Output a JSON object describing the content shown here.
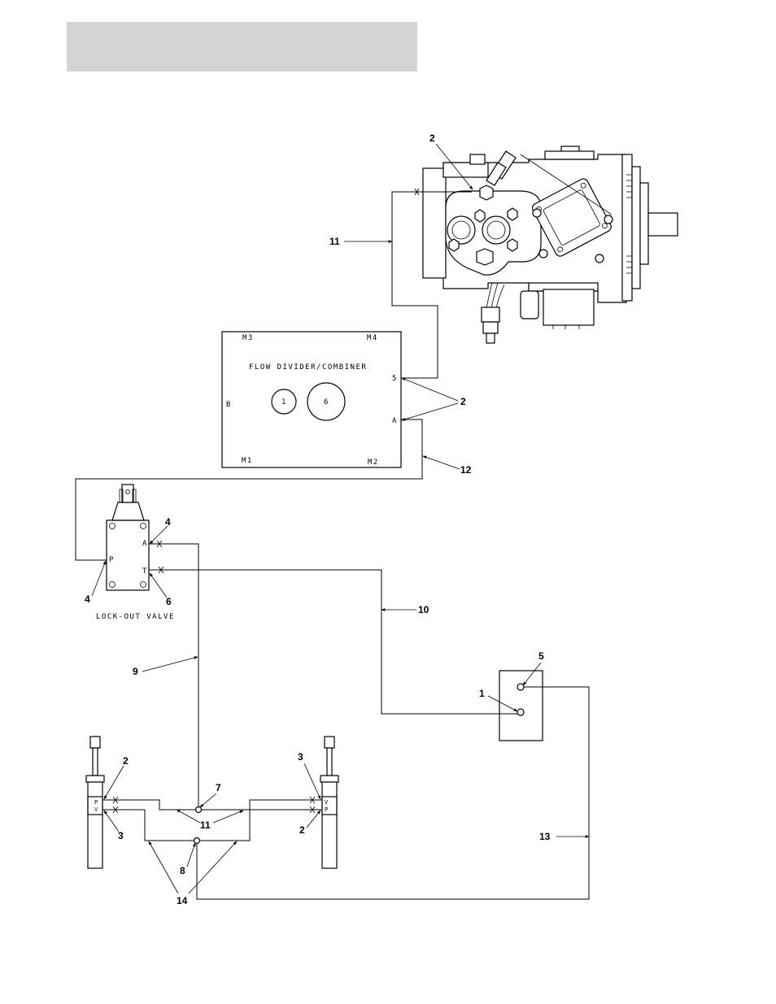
{
  "header": {
    "title": ""
  },
  "flow_divider": {
    "title": "FLOW DIVIDER/COMBINER",
    "ports": {
      "m3": "M3",
      "m4": "M4",
      "m1": "M1",
      "m2": "M2",
      "b": "B",
      "five": "5",
      "a": "A"
    },
    "circles": {
      "small": "1",
      "large": "6"
    }
  },
  "lockout_valve": {
    "title": "LOCK-OUT VALVE",
    "ports": {
      "a": "A",
      "t": "T",
      "p": "P"
    }
  },
  "cylinders": {
    "left": {
      "top_label": "P",
      "bottom_label": "V"
    },
    "right": {
      "top_label": "V",
      "bottom_label": "P"
    }
  },
  "callouts": {
    "pump_2": "2",
    "pump_11": "11",
    "fd_2": "2",
    "fd_12": "12",
    "lv_4_top": "4",
    "lv_4_bottom": "4",
    "lv_6": "6",
    "line_10": "10",
    "line_9": "9",
    "box_5": "5",
    "box_1": "1",
    "cyl_left_2": "2",
    "cyl_left_3": "3",
    "cyl_right_3": "3",
    "cyl_right_2": "2",
    "tee_7": "7",
    "tee_11": "11",
    "tee_8": "8",
    "line_14": "14",
    "line_13": "13"
  }
}
